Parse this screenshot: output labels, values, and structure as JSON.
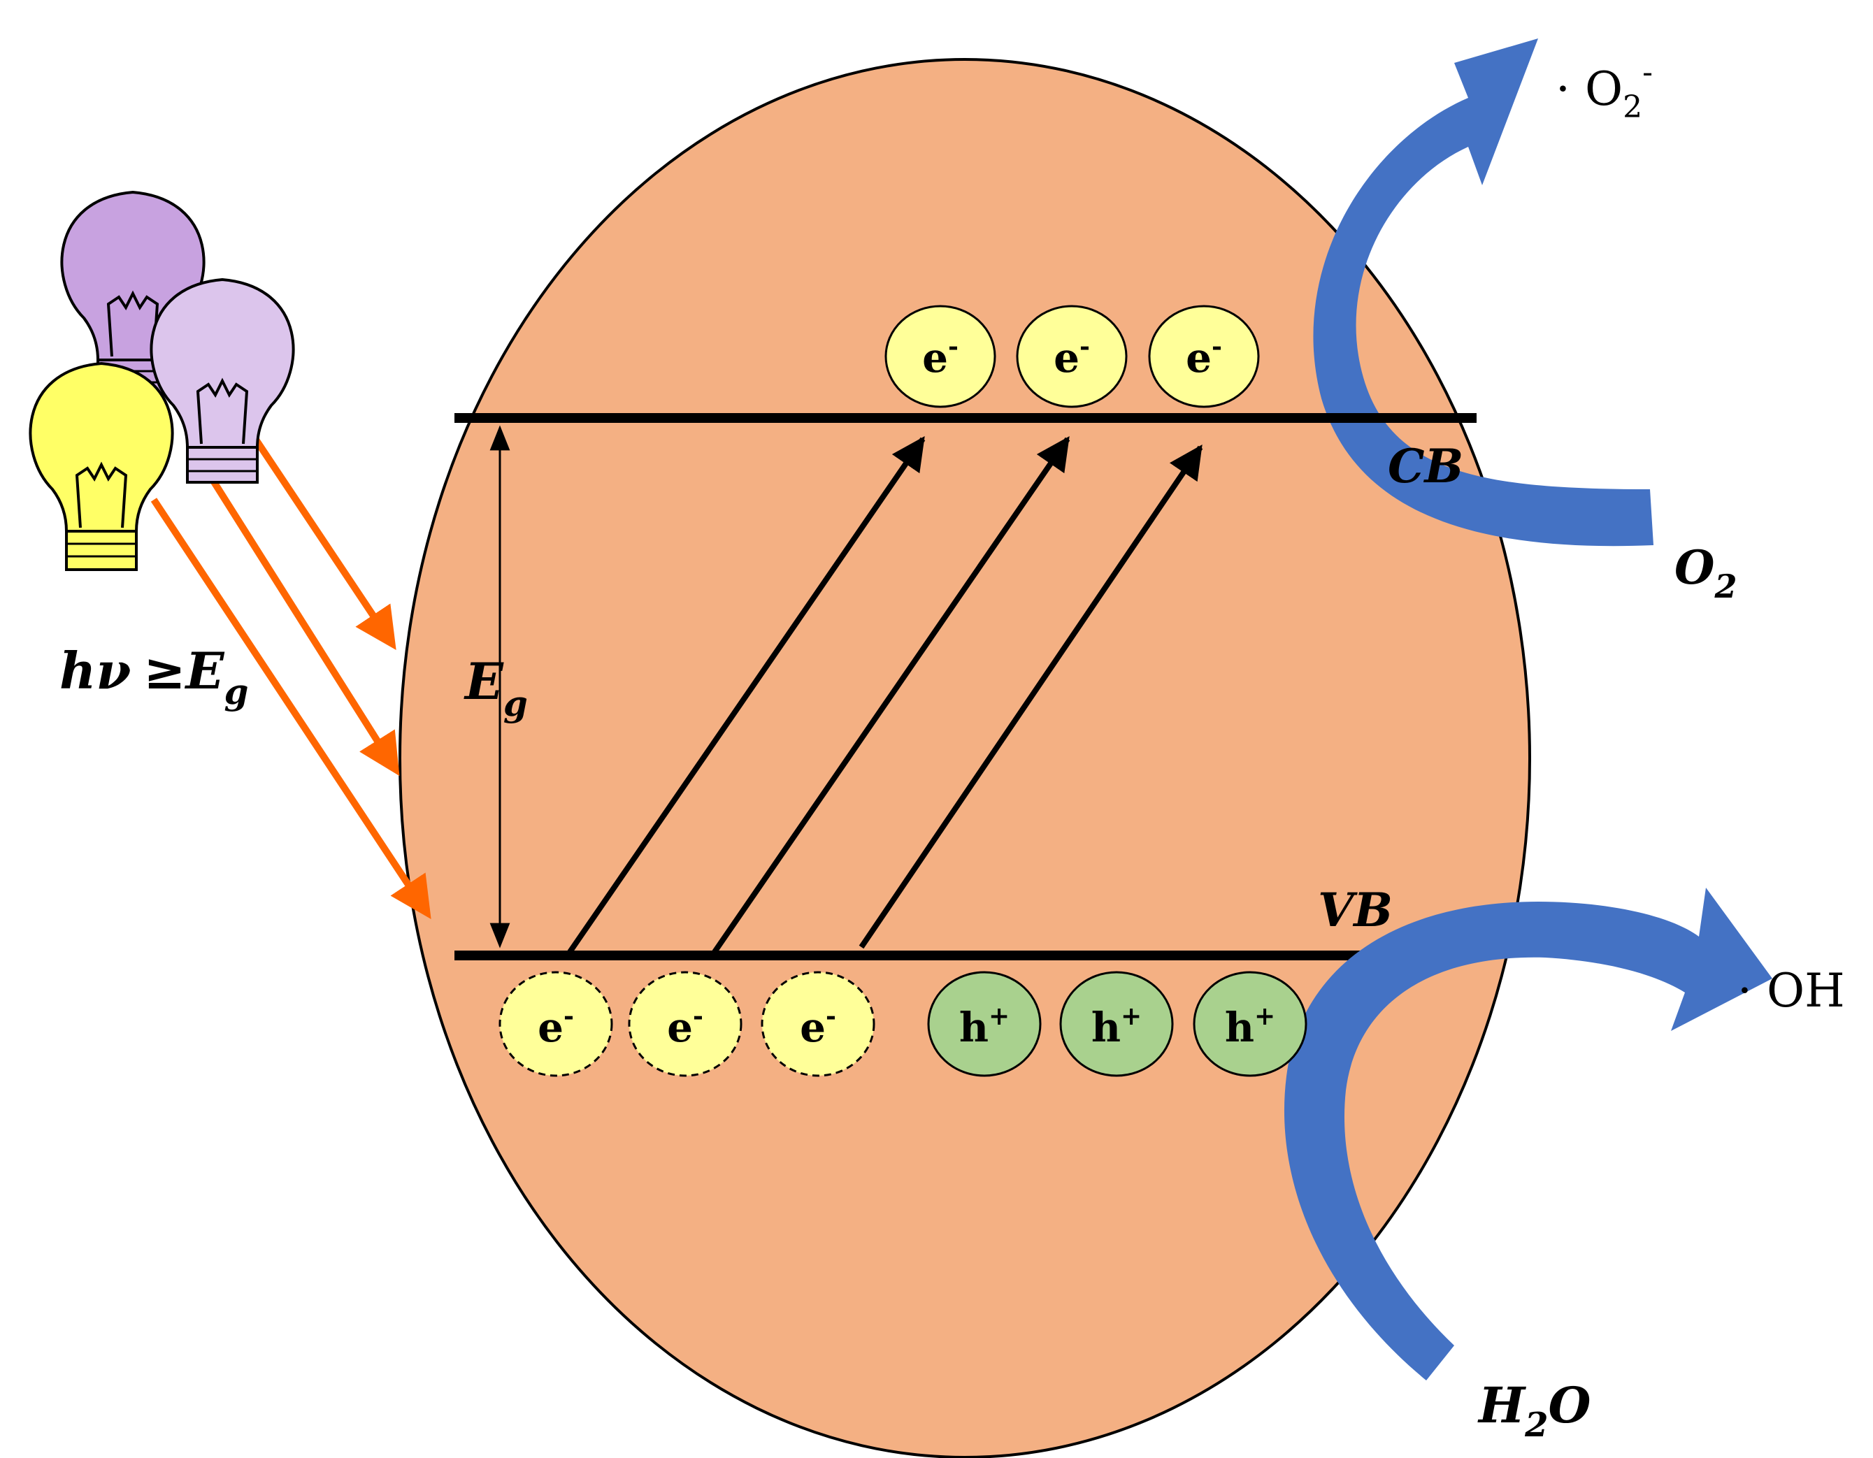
{
  "colors": {
    "particle": "#F4B083",
    "electron": "#FFFF99",
    "hole": "#A9D18E",
    "light_ray": "#FF6600",
    "flow_arrow": "#4472C4",
    "flow_arrow_dark": "#2F5597",
    "bulb_purple": "#C8A2E0",
    "bulb_lilac": "#DCC5EC",
    "bulb_yellow": "#FFFF66"
  },
  "labels": {
    "photon": {
      "h": "hν",
      "ge": "≥E",
      "sub": "g"
    },
    "gap": {
      "main": "E",
      "sub": "g"
    },
    "cb": "CB",
    "vb": "VB",
    "o2": {
      "main": "O",
      "sub": "2"
    },
    "h2o": {
      "pre": "H",
      "sub": "2",
      "post": "O"
    },
    "superoxide": {
      "pre": "· O",
      "sub": "2",
      "sup": "-"
    },
    "hydroxyl": "· OH"
  },
  "carriers": {
    "cb_electrons": [
      {
        "symbol": "e",
        "charge": "-"
      },
      {
        "symbol": "e",
        "charge": "-"
      },
      {
        "symbol": "e",
        "charge": "-"
      }
    ],
    "vb_vacancies": [
      {
        "symbol": "e",
        "charge": "-"
      },
      {
        "symbol": "e",
        "charge": "-"
      },
      {
        "symbol": "e",
        "charge": "-"
      }
    ],
    "vb_holes": [
      {
        "symbol": "h",
        "charge": "+"
      },
      {
        "symbol": "h",
        "charge": "+"
      },
      {
        "symbol": "h",
        "charge": "+"
      }
    ]
  },
  "icons": [
    "light-bulb-icon",
    "excitation-arrow-icon",
    "photon-ray-icon",
    "reaction-arrow-icon"
  ]
}
